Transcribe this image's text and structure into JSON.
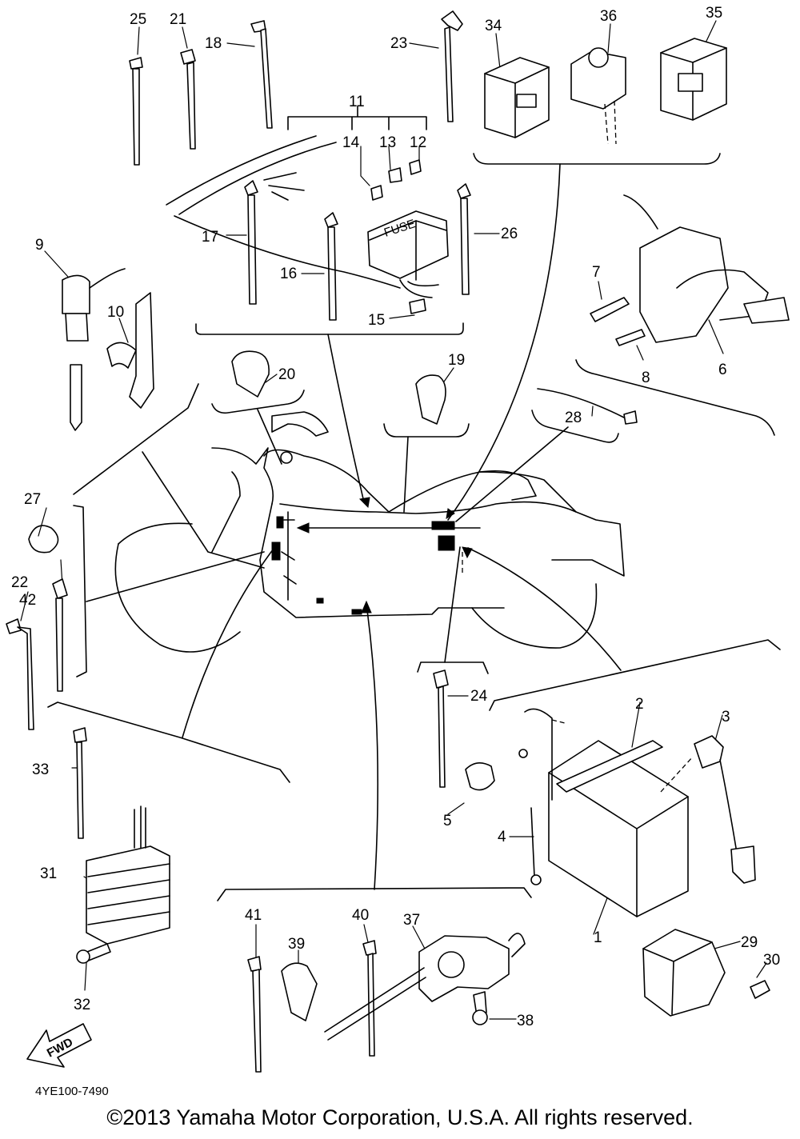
{
  "drawing_code": "4YE100-7490",
  "copyright": "©2013 Yamaha Motor Corporation, U.S.A. All rights reserved.",
  "fuse_label": "FUSE",
  "fwd_label": "FWD",
  "callouts": [
    "1",
    "2",
    "3",
    "4",
    "5",
    "6",
    "7",
    "8",
    "9",
    "10",
    "11",
    "12",
    "13",
    "14",
    "15",
    "16",
    "17",
    "18",
    "19",
    "20",
    "21",
    "22",
    "23",
    "24",
    "25",
    "26",
    "27",
    "28",
    "29",
    "30",
    "31",
    "32",
    "33",
    "34",
    "35",
    "36",
    "37",
    "38",
    "39",
    "40",
    "41",
    "42"
  ]
}
